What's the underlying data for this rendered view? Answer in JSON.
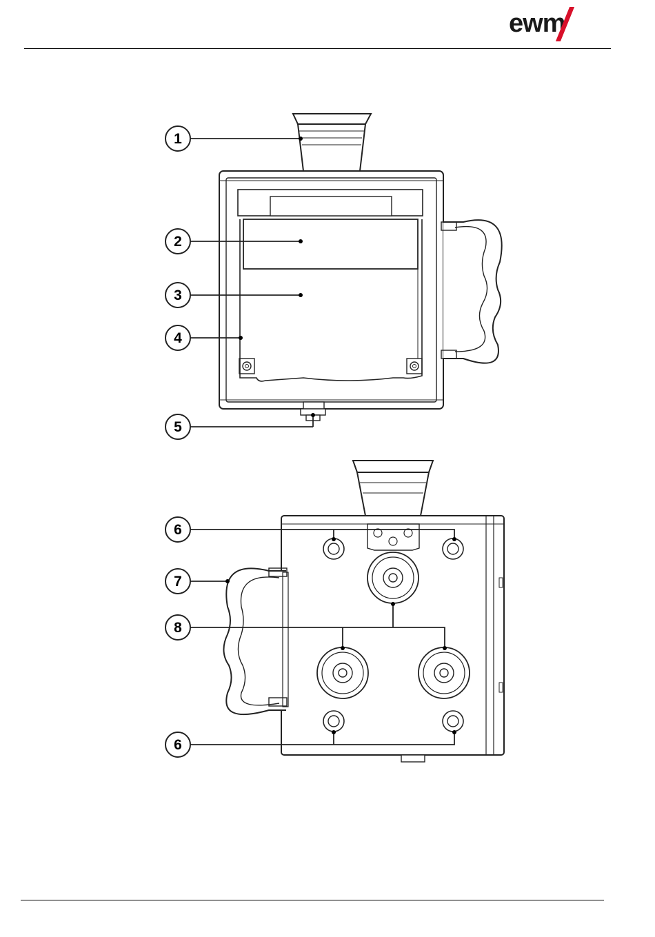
{
  "header": {
    "logo": {
      "text": "ewm",
      "accent_color": "#d8102a"
    }
  },
  "figure_top": {
    "callouts": [
      "1",
      "2",
      "3",
      "4",
      "5"
    ]
  },
  "figure_bottom": {
    "callouts": [
      "6",
      "7",
      "8",
      "6"
    ]
  }
}
